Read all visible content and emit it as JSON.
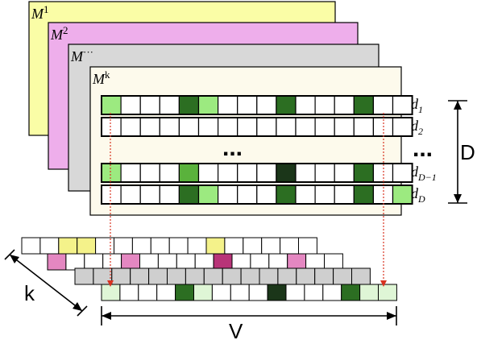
{
  "palette": {
    "sheet_yellow": "#fafda6",
    "sheet_pink": "#eeaeeb",
    "sheet_gray": "#d8d8d8",
    "sheet_front": "#fdfaec",
    "cell_white": "#ffffff",
    "light_green": "#9cea80",
    "mid_green": "#5ab23c",
    "dark_green": "#2c6e22",
    "black_green": "#1b3619",
    "yellow": "#f4f28a",
    "pink": "#e487c1",
    "magenta": "#b83478",
    "pale_pink": "#f4c8e4",
    "pale_green": "#dff6d6",
    "gray": "#cfcfcf",
    "arrow_red": "#d83220",
    "ellipsis": "#000000"
  },
  "sheets": [
    {
      "base": "M",
      "sup": "1",
      "color": "sheet_yellow"
    },
    {
      "base": "M",
      "sup": "2",
      "color": "sheet_pink"
    },
    {
      "base": "M",
      "sup": "···",
      "color": "sheet_gray"
    },
    {
      "base": "M",
      "sup": "k",
      "color": "sheet_front"
    }
  ],
  "matrix_rows": [
    {
      "label": "d",
      "sub": "1",
      "cells": [
        "light_green",
        "cell_white",
        "cell_white",
        "cell_white",
        "dark_green",
        "light_green",
        "cell_white",
        "cell_white",
        "cell_white",
        "dark_green",
        "cell_white",
        "cell_white",
        "cell_white",
        "dark_green",
        "cell_white",
        "cell_white"
      ]
    },
    {
      "label": "d",
      "sub": "2",
      "cells": [
        "cell_white",
        "cell_white",
        "cell_white",
        "cell_white",
        "cell_white",
        "cell_white",
        "cell_white",
        "cell_white",
        "cell_white",
        "cell_white",
        "cell_white",
        "cell_white",
        "cell_white",
        "cell_white",
        "cell_white",
        "cell_white"
      ]
    },
    {
      "label": "d",
      "sub": "D−1",
      "cells": [
        "light_green",
        "cell_white",
        "cell_white",
        "cell_white",
        "mid_green",
        "cell_white",
        "cell_white",
        "cell_white",
        "cell_white",
        "black_green",
        "cell_white",
        "cell_white",
        "cell_white",
        "dark_green",
        "cell_white",
        "cell_white"
      ]
    },
    {
      "label": "d",
      "sub": "D",
      "cells": [
        "cell_white",
        "cell_white",
        "cell_white",
        "cell_white",
        "dark_green",
        "light_green",
        "cell_white",
        "cell_white",
        "cell_white",
        "dark_green",
        "cell_white",
        "cell_white",
        "cell_white",
        "dark_green",
        "cell_white",
        "light_green"
      ]
    }
  ],
  "vectors": [
    [
      "cell_white",
      "cell_white",
      "yellow",
      "yellow",
      "cell_white",
      "cell_white",
      "cell_white",
      "cell_white",
      "cell_white",
      "cell_white",
      "yellow",
      "cell_white",
      "cell_white",
      "cell_white",
      "cell_white",
      "cell_white"
    ],
    [
      "pink",
      "cell_white",
      "cell_white",
      "cell_white",
      "pink",
      "cell_white",
      "cell_white",
      "cell_white",
      "cell_white",
      "magenta",
      "cell_white",
      "cell_white",
      "cell_white",
      "pink",
      "cell_white",
      "cell_white"
    ],
    [
      "gray",
      "gray",
      "gray",
      "gray",
      "gray",
      "gray",
      "gray",
      "gray",
      "gray",
      "gray",
      "gray",
      "gray",
      "gray",
      "gray",
      "gray",
      "gray"
    ],
    [
      "pale_green",
      "cell_white",
      "cell_white",
      "cell_white",
      "dark_green",
      "pale_green",
      "cell_white",
      "cell_white",
      "cell_white",
      "black_green",
      "cell_white",
      "cell_white",
      "cell_white",
      "dark_green",
      "pale_green",
      "pale_green"
    ]
  ],
  "labels": {
    "D": "D",
    "k": "k",
    "V": "V",
    "dots": "..."
  }
}
